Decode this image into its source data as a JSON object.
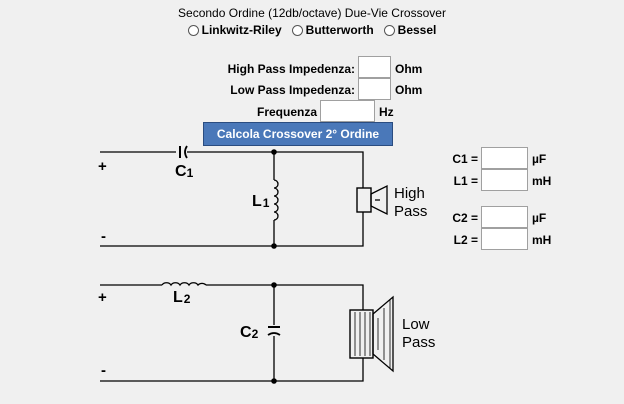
{
  "title": "Secondo Ordine (12db/octave) Due-Vie Crossover",
  "filter_types": [
    {
      "label": "Linkwitz-Riley"
    },
    {
      "label": "Butterworth"
    },
    {
      "label": "Bessel"
    }
  ],
  "inputs": {
    "hp_impedance": {
      "label": "High Pass Impedenza:",
      "unit": "Ohm",
      "value": ""
    },
    "lp_impedance": {
      "label": "Low Pass Impedenza:",
      "unit": "Ohm",
      "value": ""
    },
    "frequency": {
      "label": "Frequenza",
      "unit": "Hz",
      "value": ""
    }
  },
  "calc_button": "Calcola  Crossover  2° Ordine",
  "results": {
    "c1": {
      "label": "C1 =",
      "unit": "µF",
      "value": ""
    },
    "l1": {
      "label": "L1 =",
      "unit": "mH",
      "value": ""
    },
    "c2": {
      "label": "C2 =",
      "unit": "µF",
      "value": ""
    },
    "l2": {
      "label": "L2 =",
      "unit": "mH",
      "value": ""
    }
  },
  "schematic": {
    "plus": "+",
    "minus": "-",
    "c1_main": "C",
    "c1_sub": "1",
    "l1_main": "L",
    "l1_sub": "1",
    "l2_main": "L",
    "l2_sub": "2",
    "c2_main": "C",
    "c2_sub": "2",
    "high_pass_line1": "High",
    "high_pass_line2": "Pass",
    "low_pass_line1": "Low",
    "low_pass_line2": "Pass"
  }
}
